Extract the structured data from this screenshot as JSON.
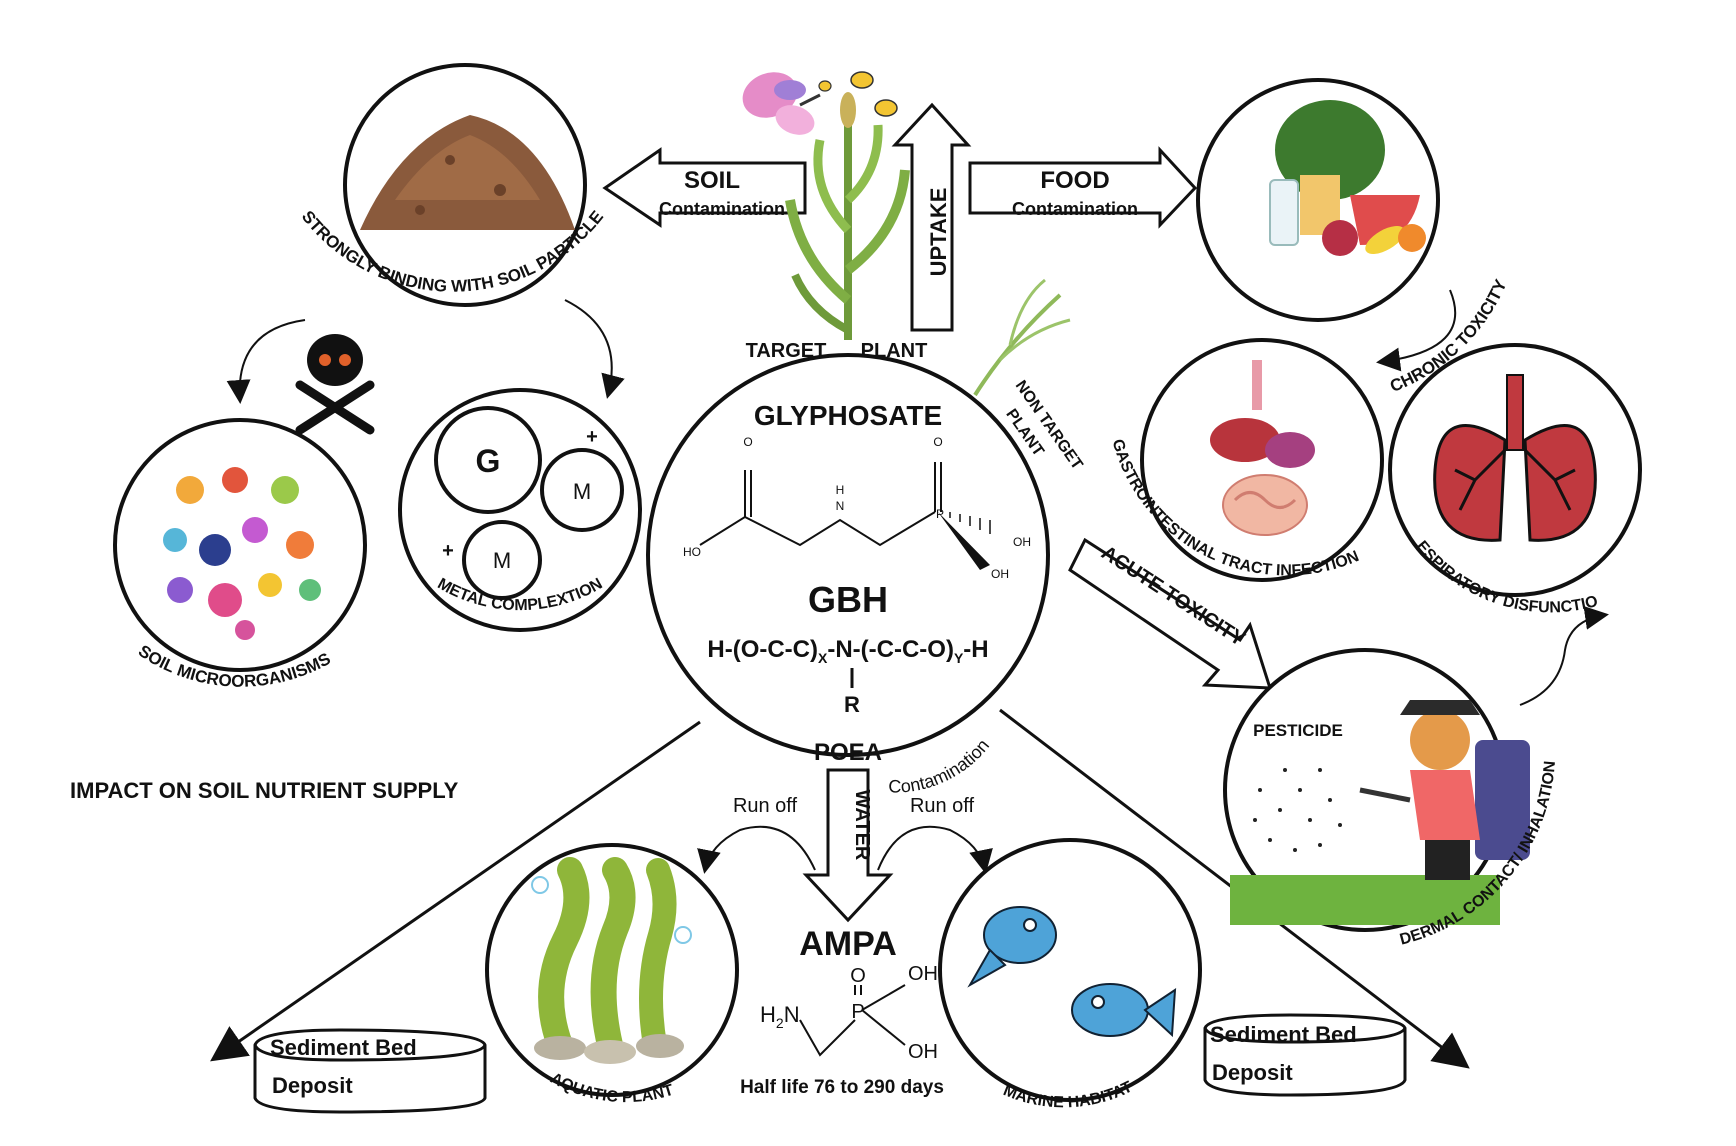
{
  "center": {
    "title": "GLYPHOSATE",
    "gbh": "GBH",
    "formula_main": "H-(O-C-C)",
    "formula_x": "X",
    "formula_mid": "-N-(-C-C-O)",
    "formula_y": "Y",
    "formula_end": "-H",
    "formula_r": "R",
    "poea": "POEA",
    "atoms": {
      "o1": "O",
      "o2": "O",
      "h": "H",
      "n": "N",
      "p": "P",
      "ho": "HO",
      "oh1": "OH",
      "oh2": "OH"
    }
  },
  "soil_arrow": {
    "title": "SOIL",
    "sub": "Contamination"
  },
  "food_arrow": {
    "title": "FOOD",
    "sub": "Contamination"
  },
  "uptake": "UPTAKE",
  "target_plant_1": "TARGET",
  "target_plant_2": "PLANT",
  "non_target_plant": [
    "NON TARGET",
    "PLANT"
  ],
  "soil_binding": "STRONGLY  BINDING   WITH  SOIL PARTICLE",
  "metal": {
    "g": "G",
    "m1": "M",
    "m2": "M",
    "plus1": "+",
    "plus2": "+",
    "label": "METAL COMPLEXTION"
  },
  "microorganisms": "SOIL  MICROORGANISMS",
  "impact": "IMPACT ON SOIL NUTRIENT SUPPLY",
  "chronic": "CHRONIC TOXICITY",
  "gi": "GASTROINTESTINAL TRACT INFECTION",
  "respiratory": "RESPIRATORY DISFUNCTION",
  "acute": "ACUTE TOXICITY",
  "pesticide": "PESTICIDE",
  "dermal": "DERMAL CONTACT/ INHALATION",
  "water": "WATER",
  "contamination": "Contamination",
  "runoff_left": "Run off",
  "runoff_right": "Run off",
  "ampa": {
    "title": "AMPA",
    "h2n": "H",
    "sub2": "2",
    "n": "N",
    "o": "O",
    "p": "P",
    "oh1": "OH",
    "oh2": "OH",
    "half_life": "Half life 76 to 290 days"
  },
  "aquatic": "AQUATIC PLANT",
  "marine": "MARINE HABITAT",
  "sediment_left": [
    "Sediment Bed",
    "Deposit"
  ],
  "sediment_right": [
    "Sediment Bed",
    "Deposit"
  ],
  "colors": {
    "soil": "#8a5a3c",
    "plant": "#6e9a3a",
    "lung": "#c0393f",
    "fish": "#4ea3d8",
    "seaweed": "#8fb63a"
  }
}
